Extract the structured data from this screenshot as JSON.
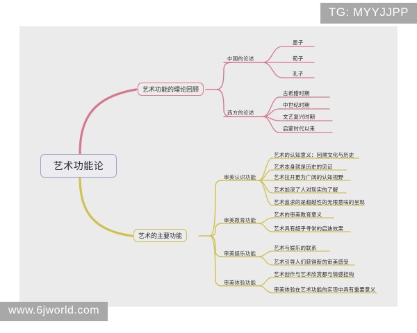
{
  "canvas": {
    "background": "#ebebeb",
    "page_background": "#ffffff"
  },
  "colors": {
    "root_border": "#9aa3c4",
    "branch_red": "#d4798e",
    "branch_yellow": "#cfc14f",
    "text": "#262626",
    "watermark_bg": "#a8a8a8",
    "watermark_text": "#ffffff"
  },
  "mindmap": {
    "root": {
      "label": "艺术功能论"
    },
    "branches": [
      {
        "id": "theory-review",
        "label": "艺术功能的理论回顾",
        "color": "#d4798e",
        "groups": [
          {
            "id": "chinese-discourse",
            "label": "中国的论述",
            "leaves": [
              {
                "label": "墨子"
              },
              {
                "label": "荀子"
              },
              {
                "label": "孔子"
              }
            ]
          },
          {
            "id": "western-discourse",
            "label": "西方的论述",
            "leaves": [
              {
                "label": "古希腊时期"
              },
              {
                "label": "中世纪时期"
              },
              {
                "label": "文艺复兴时期"
              },
              {
                "label": "启蒙时代以来"
              }
            ]
          }
        ]
      },
      {
        "id": "main-functions",
        "label": "艺术的主要功能",
        "color": "#cfc14f",
        "groups": [
          {
            "id": "aesthetic-cognition",
            "label": "审美认识功能",
            "leaves": [
              {
                "label": "艺术的认知意义：回溯文化与历史"
              },
              {
                "label": "艺术本身就是历史的见证"
              },
              {
                "label": "艺术拉开更为广阔的认知视野"
              },
              {
                "label": "艺术加深了人对现实的了解"
              },
              {
                "label": "艺术追求的是超越性的无限意味的呈现"
              }
            ]
          },
          {
            "id": "aesthetic-education",
            "label": "审美教育功能",
            "leaves": [
              {
                "label": "艺术的审美教育意义"
              },
              {
                "label": "艺术具有超乎寻常的启迪效果"
              }
            ]
          },
          {
            "id": "aesthetic-entertainment",
            "label": "审美娱乐功能",
            "leaves": [
              {
                "label": "艺术与娱乐的联系"
              },
              {
                "label": "艺术引导人们获得新的审美感受"
              }
            ]
          },
          {
            "id": "aesthetic-experience",
            "label": "审美体验功能",
            "leaves": [
              {
                "label": "艺术创作与艺术欣赏都与情感挂钩"
              },
              {
                "label": "审美体验在艺术功能的实现中具有重要意义"
              }
            ]
          }
        ]
      }
    ]
  },
  "watermarks": {
    "top_right": "TG: MYYJJPP",
    "bottom_left": "www.6jworld.com"
  }
}
